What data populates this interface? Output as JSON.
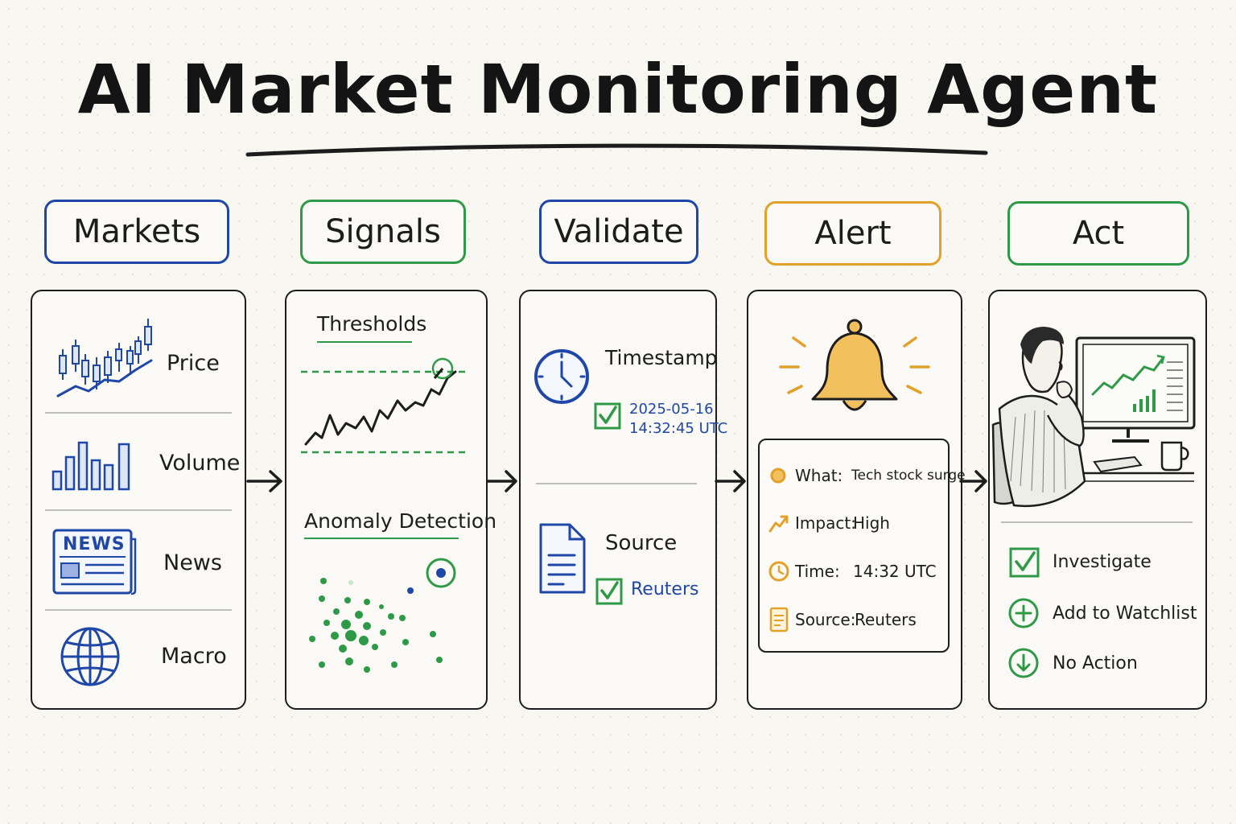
{
  "title": "AI Market Monitoring Agent",
  "colors": {
    "blue": "#1f47a8",
    "green": "#2e9a47",
    "orange": "#e3a02a",
    "bell": "#f2c15e",
    "ink": "#1d1d1d"
  },
  "stages": {
    "markets": {
      "header": "Markets",
      "items": {
        "price": "Price",
        "volume": "Volume",
        "news": "News",
        "news_badge": "NEWS",
        "macro": "Macro"
      }
    },
    "signals": {
      "header": "Signals",
      "thresholds": "Thresholds",
      "anomaly": "Anomaly Detection"
    },
    "validate": {
      "header": "Validate",
      "timestamp_label": "Timestamp",
      "timestamp_date": "2025-05-16",
      "timestamp_time": "14:32:45 UTC",
      "source_label": "Source",
      "source_value": "Reuters"
    },
    "alert": {
      "header": "Alert",
      "rows": {
        "what_label": "What:",
        "what_value": "Tech stock surge",
        "impact_label": "Impact:",
        "impact_value": "High",
        "time_label": "Time:",
        "time_value": "14:32 UTC",
        "source_label": "Source:",
        "source_value": "Reuters"
      }
    },
    "act": {
      "header": "Act",
      "actions": {
        "investigate": "Investigate",
        "watchlist": "Add to Watchlist",
        "no_action": "No Action"
      }
    }
  },
  "icons": [
    "candlestick-chart-icon",
    "bar-chart-icon",
    "newspaper-icon",
    "globe-icon",
    "threshold-line-chart-icon",
    "scatter-plot-icon",
    "clock-icon",
    "check-icon",
    "document-icon",
    "bell-icon",
    "trend-up-icon",
    "person-at-monitor-icon",
    "plus-circle-icon",
    "down-arrow-circle-icon",
    "arrow-right-icon"
  ]
}
